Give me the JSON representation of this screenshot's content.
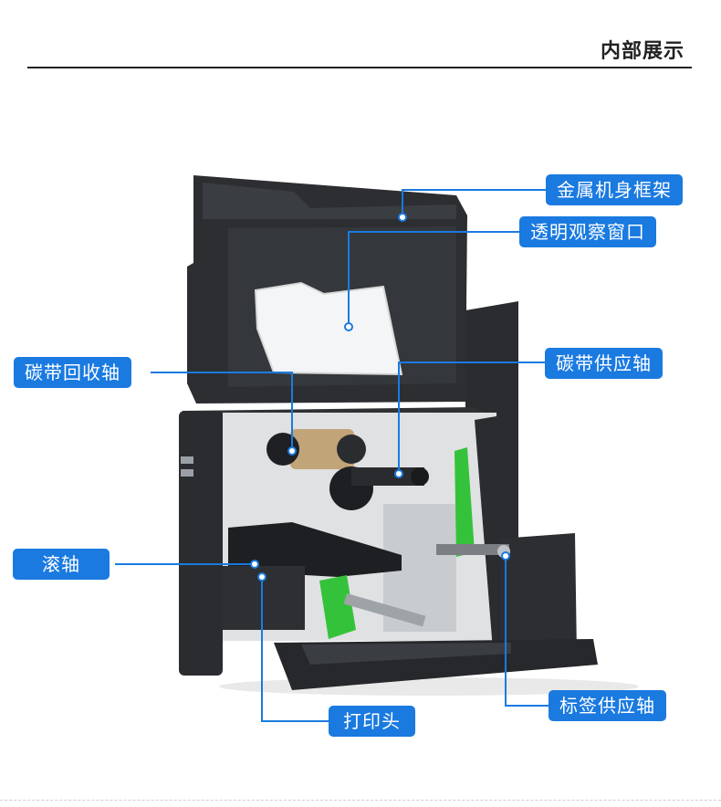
{
  "header": {
    "title": "内部展示"
  },
  "callouts": {
    "frame": "金属机身框架",
    "window": "透明观察窗口",
    "ribbon_rewind": "碳带回收轴",
    "ribbon_supply": "碳带供应轴",
    "platen": "滚轴",
    "printhead": "打印头",
    "label_supply": "标签供应轴"
  },
  "colors": {
    "accent": "#1a7ae0",
    "body": "#2b2d30",
    "green": "#35c23b",
    "panel": "#dfe1e3"
  }
}
